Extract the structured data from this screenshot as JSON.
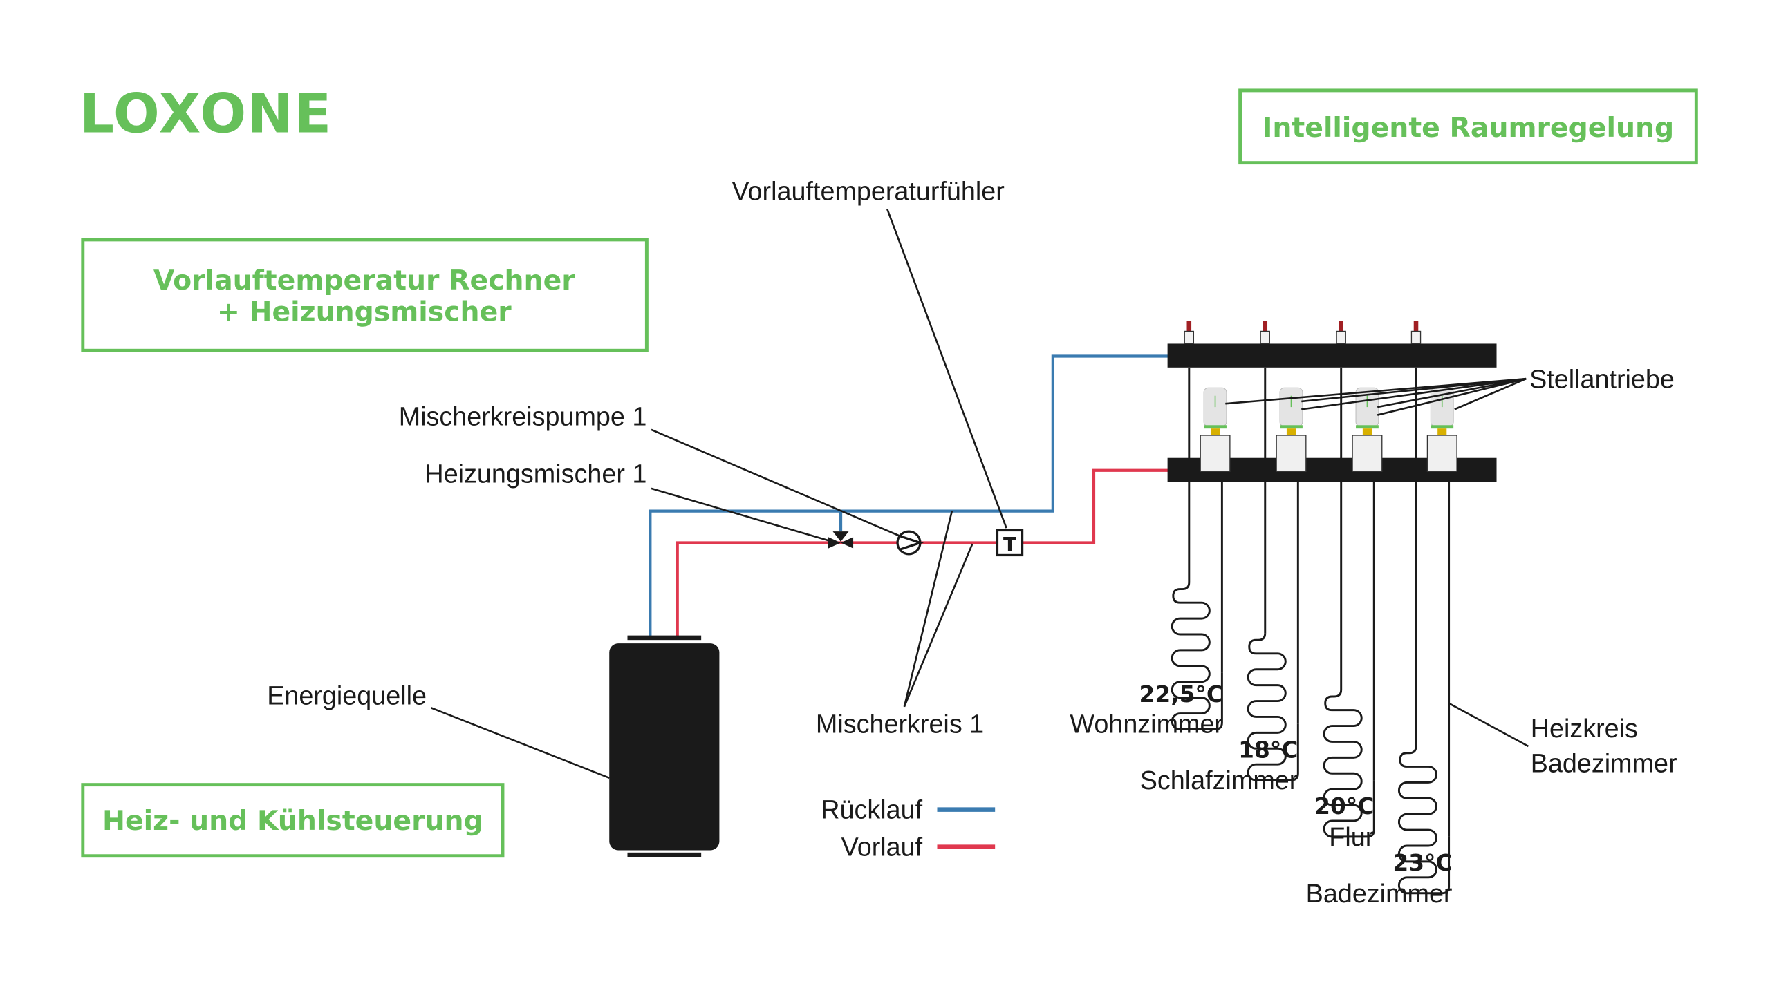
{
  "colors": {
    "brand_green": "#66c05a",
    "return_blue": "#3a7bb0",
    "flow_red": "#e0384e",
    "dark": "#1a1a1a",
    "actuator_yellow": "#d8b000",
    "valve_red": "#a11f23"
  },
  "logo": {
    "text": "LOXONE"
  },
  "boxes": {
    "raumregelung": "Intelligente Raumregelung",
    "rechner_line1": "Vorlauftemperatur Rechner",
    "rechner_line2": "+ Heizungsmischer",
    "heizkuehl": "Heiz- und Kühlsteuerung"
  },
  "labels": {
    "vorlauffuehler": "Vorlauftemperaturfühler",
    "pumpe": "Mischerkreispumpe 1",
    "mischer": "Heizungsmischer 1",
    "energiequelle": "Energiequelle",
    "mischerkreis": "Mischerkreis 1",
    "stellantriebe": "Stellantriebe",
    "heizkreis_line1": "Heizkreis",
    "heizkreis_line2": "Badezimmer",
    "sensor_symbol": "T"
  },
  "legend": [
    {
      "label": "Rücklauf",
      "color": "#3a7bb0"
    },
    {
      "label": "Vorlauf",
      "color": "#e0384e"
    }
  ],
  "rooms": [
    {
      "temperature": "22,5°C",
      "name": "Wohnzimmer"
    },
    {
      "temperature": "18°C",
      "name": "Schlafzimmer"
    },
    {
      "temperature": "20°C",
      "name": "Flur"
    },
    {
      "temperature": "23°C",
      "name": "Badezimmer"
    }
  ]
}
